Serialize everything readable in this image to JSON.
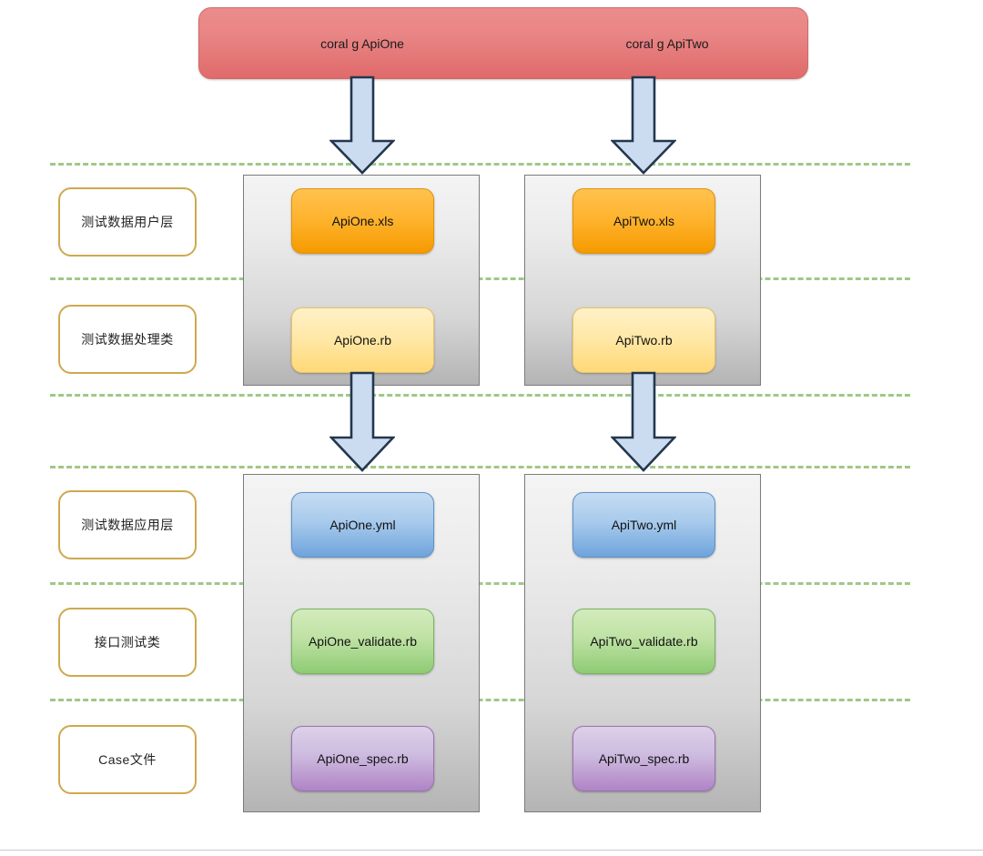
{
  "diagram": {
    "title_banner": {
      "items": [
        {
          "label": "coral g ApiOne"
        },
        {
          "label": "coral g ApiTwo"
        }
      ],
      "fill_top": "#ec8c8c",
      "fill_bottom": "#e06a6a"
    },
    "layer_labels": [
      {
        "label": "测试数据用户层"
      },
      {
        "label": "测试数据处理类"
      },
      {
        "label": "测试数据应用层"
      },
      {
        "label": "接口测试类"
      },
      {
        "label": "Case文件"
      }
    ],
    "columns": [
      {
        "name": "ApiOne",
        "upper_group": [
          {
            "label": "ApiOne.xls",
            "color": "orange"
          },
          {
            "label": "ApiOne.rb",
            "color": "yellow"
          }
        ],
        "lower_group": [
          {
            "label": "ApiOne.yml",
            "color": "blue"
          },
          {
            "label": "ApiOne_validate.rb",
            "color": "green"
          },
          {
            "label": "ApiOne_spec.rb",
            "color": "purple"
          }
        ]
      },
      {
        "name": "ApiTwo",
        "upper_group": [
          {
            "label": "ApiTwo.xls",
            "color": "orange"
          },
          {
            "label": "ApiTwo.rb",
            "color": "yellow"
          }
        ],
        "lower_group": [
          {
            "label": "ApiTwo.yml",
            "color": "blue"
          },
          {
            "label": "ApiTwo_validate.rb",
            "color": "green"
          },
          {
            "label": "ApiTwo_spec.rb",
            "color": "purple"
          }
        ]
      }
    ],
    "separator_color": "#8fbf74",
    "arrow_fill": "#ccdcf0",
    "arrow_stroke": "#23374e",
    "label_border_color": "#cfa94e",
    "group_border_color": "#7b7b7b"
  }
}
